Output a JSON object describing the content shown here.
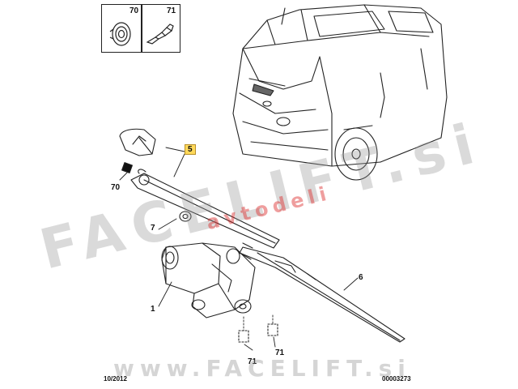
{
  "inset": {
    "num_left": "70",
    "num_right": "71"
  },
  "callouts": {
    "c5": "5",
    "c70": "70",
    "c7": "7",
    "c1": "1",
    "c6": "6",
    "c71a": "71",
    "c71b": "71"
  },
  "footer": {
    "date": "10/2012",
    "code": "00003273"
  },
  "watermark": {
    "main": "FACELIFT.si",
    "sub": "avtodeli",
    "bottom": "www.FACELIFT.si"
  }
}
